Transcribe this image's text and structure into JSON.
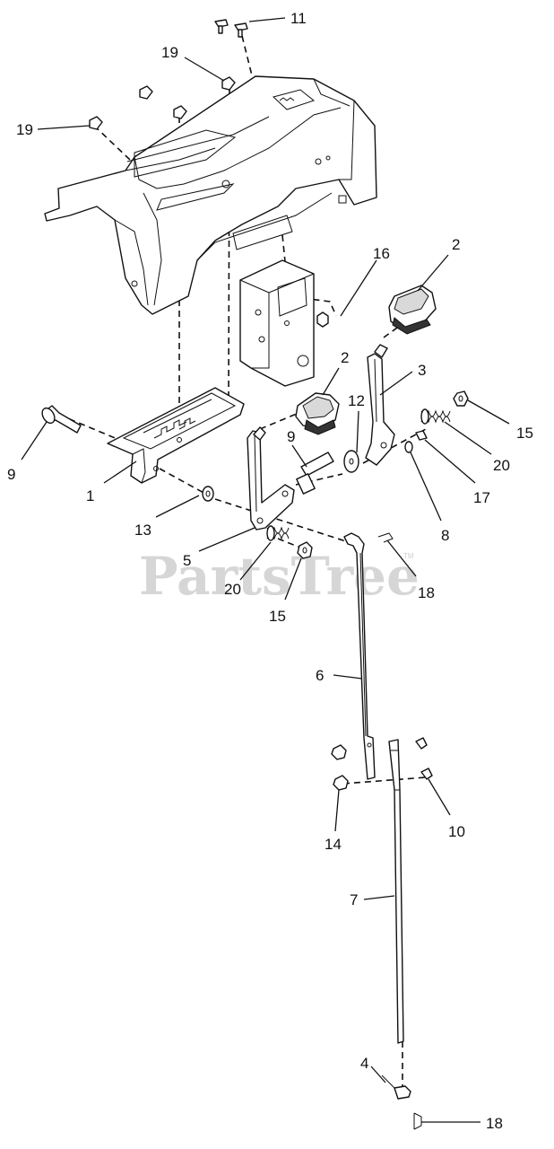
{
  "watermark": {
    "text": "PartsTree",
    "trademark": "TM"
  },
  "callouts": [
    {
      "id": "c11",
      "label": "11"
    },
    {
      "id": "c19a",
      "label": "19"
    },
    {
      "id": "c19b",
      "label": "19"
    },
    {
      "id": "c2a",
      "label": "2"
    },
    {
      "id": "c16",
      "label": "16"
    },
    {
      "id": "c2b",
      "label": "2"
    },
    {
      "id": "c3",
      "label": "3"
    },
    {
      "id": "c12",
      "label": "12"
    },
    {
      "id": "c15a",
      "label": "15"
    },
    {
      "id": "c9a",
      "label": "9"
    },
    {
      "id": "c9b",
      "label": "9"
    },
    {
      "id": "c20a",
      "label": "20"
    },
    {
      "id": "c1",
      "label": "1"
    },
    {
      "id": "c17",
      "label": "17"
    },
    {
      "id": "c13",
      "label": "13"
    },
    {
      "id": "c8",
      "label": "8"
    },
    {
      "id": "c5",
      "label": "5"
    },
    {
      "id": "c18a",
      "label": "18"
    },
    {
      "id": "c20b",
      "label": "20"
    },
    {
      "id": "c15b",
      "label": "15"
    },
    {
      "id": "c6",
      "label": "6"
    },
    {
      "id": "c10",
      "label": "10"
    },
    {
      "id": "c14",
      "label": "14"
    },
    {
      "id": "c7",
      "label": "7"
    },
    {
      "id": "c4",
      "label": "4"
    },
    {
      "id": "c18b",
      "label": "18"
    }
  ]
}
